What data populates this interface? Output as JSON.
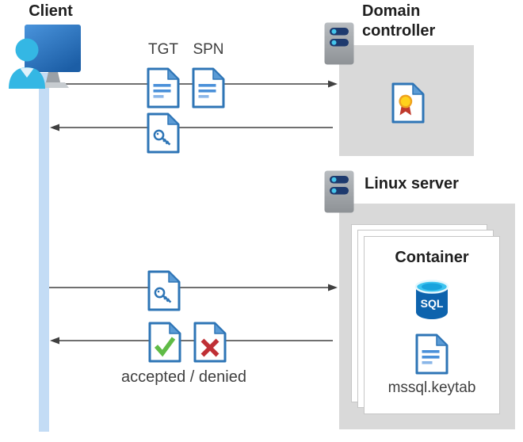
{
  "client": {
    "title": "Client"
  },
  "domain_controller": {
    "title": "Domain controller"
  },
  "linux_server": {
    "title": "Linux server"
  },
  "container": {
    "title": "Container",
    "sql_icon_label": "SQL",
    "keytab_label": "mssql.keytab"
  },
  "flow": {
    "tgt_label": "TGT",
    "spn_label": "SPN",
    "result_label": "accepted / denied"
  },
  "colors": {
    "doc_border_blue": "#2e75b6",
    "doc_fold_blue": "#5b9bd5",
    "doc_line_blue": "#4a90d9",
    "doc_line_light_blue": "#8ab6e8",
    "lifeline_blue": "#c3dcf5",
    "box_gray": "#d9d9d9",
    "arrow_gray": "#404040",
    "check_green": "#5fbb46",
    "cross_red": "#bf3036",
    "medal_yellow": "#ffd21c",
    "ribbon_red": "#c0392b",
    "sql_body_blue": "#0d63ad",
    "sql_top_cyan": "#3cc3ef",
    "person_cyan": "#34b7e4",
    "server_bar_navy": "#1e3a6e",
    "title_text": "#1f1f1f",
    "label_text": "#3f3f3f"
  }
}
